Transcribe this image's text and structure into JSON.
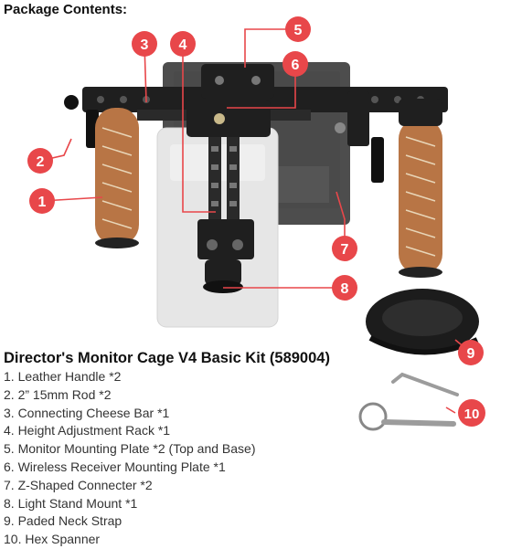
{
  "header": {
    "title": "Package Contents:"
  },
  "kit": {
    "title": "Director's Monitor Cage V4 Basic Kit (589004)"
  },
  "items": [
    "1. Leather Handle *2",
    "2. 2” 15mm Rod *2",
    "3. Connecting Cheese Bar *1",
    "4. Height Adjustment Rack *1",
    "5. Monitor Mounting Plate *2 (Top and Base)",
    "6. Wireless Receiver Mounting Plate *1",
    "7. Z-Shaped Connecter *2",
    "8. Light Stand Mount *1",
    "9. Paded Neck Strap",
    "10. Hex Spanner"
  ],
  "callouts": [
    "1",
    "2",
    "3",
    "4",
    "5",
    "6",
    "7",
    "8",
    "9",
    "10"
  ],
  "colors": {
    "callout": "#e8474a",
    "metal": "#1f1f1f",
    "leather": "#b87545",
    "monitor": "#3a3a3a",
    "receiver": "#e6e6e6"
  }
}
